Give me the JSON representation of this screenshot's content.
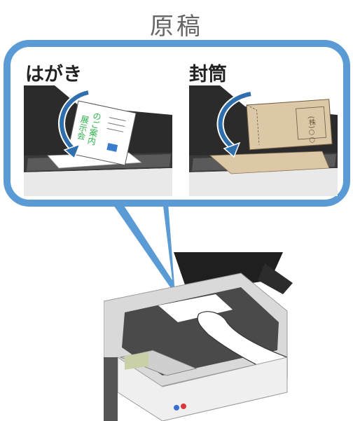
{
  "header": {
    "title": "原稿"
  },
  "panels": [
    {
      "label": "はがき",
      "card_text_line1": "展示会",
      "card_text_line2": "のご案内"
    },
    {
      "label": "封筒",
      "stamp_text": "(株)○○"
    }
  ],
  "colors": {
    "callout_border": "#5b9bd5",
    "arrow": "#2f6fae",
    "card_green": "#2bb24a",
    "envelope": "#dcc7a6"
  }
}
